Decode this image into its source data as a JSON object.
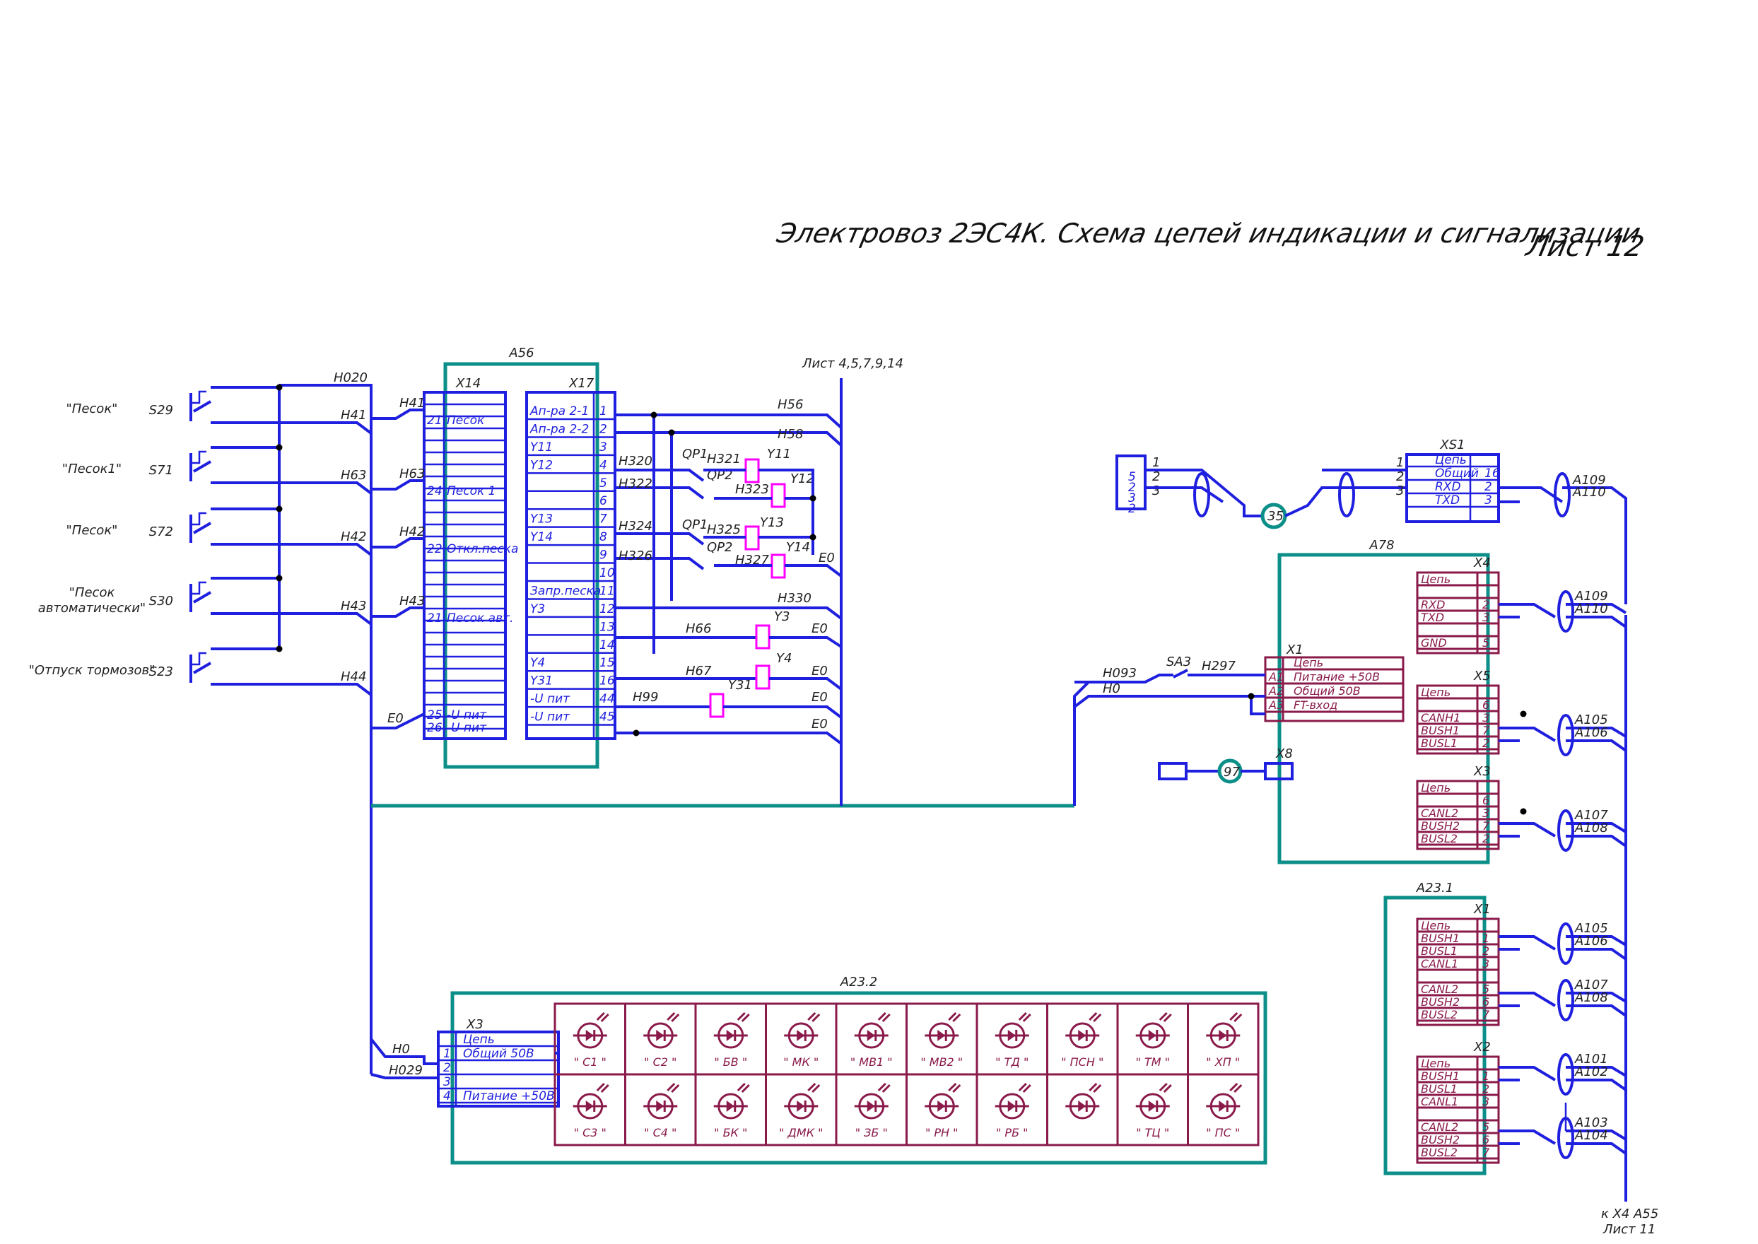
{
  "header": {
    "title": "Электровоз 2ЭС4К. Схема цепей индикации и сигнализации",
    "sheet": "Лист 12"
  },
  "switches": [
    {
      "caption": "\"Песок\"",
      "ref": "S29",
      "wire": "Н41"
    },
    {
      "caption": "\"Песок1\"",
      "ref": "S71",
      "wire": "Н63"
    },
    {
      "caption": "\"Песок\"",
      "ref": "S72",
      "wire": "Н42"
    },
    {
      "caption": "\"Песок автоматически\"",
      "ref": "S30",
      "wire": "Н43"
    },
    {
      "caption": "\"Отпуск тормозов\"",
      "ref": "S23",
      "wire": "Н44"
    }
  ],
  "wires_left": {
    "top": "Н020",
    "e0": "Е0"
  },
  "a56": {
    "title": "А56",
    "x14": "Х14",
    "x17": "Х17",
    "x14_rows": [
      {
        "pin": "21",
        "name": "Песок",
        "wire": "Н41"
      },
      {
        "pin": "24",
        "name": "Песок 1",
        "wire": "Н63"
      },
      {
        "pin": "22",
        "name": "Откл.песка",
        "wire": "Н42"
      },
      {
        "pin": "21",
        "name": "Песок авт.",
        "wire": "Н43"
      },
      {
        "pin": "25",
        "name": "-U пит",
        "wire": ""
      },
      {
        "pin": "26",
        "name": "-U пит",
        "wire": ""
      }
    ],
    "x17_rows": [
      {
        "name": "Ап-ра 2-1",
        "pin": "1"
      },
      {
        "name": "Ап-ра 2-2",
        "pin": "2"
      },
      {
        "name": "Y11",
        "pin": "3"
      },
      {
        "name": "Y12",
        "pin": "4"
      },
      {
        "name": "",
        "pin": "5"
      },
      {
        "name": "",
        "pin": "6"
      },
      {
        "name": "Y13",
        "pin": "7"
      },
      {
        "name": "Y14",
        "pin": "8"
      },
      {
        "name": "",
        "pin": "9"
      },
      {
        "name": "",
        "pin": "10"
      },
      {
        "name": "Запр.песка",
        "pin": "11"
      },
      {
        "name": "Y3",
        "pin": "12"
      },
      {
        "name": "",
        "pin": "13"
      },
      {
        "name": "",
        "pin": "14"
      },
      {
        "name": "Y4",
        "pin": "15"
      },
      {
        "name": "Y31",
        "pin": "16"
      },
      {
        "name": "-U пит",
        "pin": "44"
      },
      {
        "name": "-U пит",
        "pin": "45"
      }
    ]
  },
  "right_wires": {
    "sheet_ref": "Лист 4,5,7,9,14",
    "h56": "Н56",
    "h58": "Н58",
    "h320": "Н320",
    "h322": "Н322",
    "h324": "Н324",
    "h326": "Н326",
    "h330": "Н330",
    "h66": "Н66",
    "h67": "Н67",
    "h99": "Н99",
    "h321": "Н321",
    "h323": "Н323",
    "h325": "Н325",
    "h327": "Н327",
    "e0": "Е0",
    "qp1": "QP1",
    "qp2": "QP2",
    "y11": "Y11",
    "y12": "Y12",
    "y13": "Y13",
    "y14": "Y14",
    "y3": "Y3",
    "y4": "Y4",
    "y31": "Y31"
  },
  "xs1": {
    "title": "XS1",
    "rows": [
      {
        "name": "Цепь",
        "pin": ""
      },
      {
        "name": "Общий",
        "pin": "16"
      },
      {
        "name": "RXD",
        "pin": "2"
      },
      {
        "name": "TXD",
        "pin": "3"
      }
    ],
    "left_pins": [
      "1",
      "2",
      "3"
    ],
    "conn_left_pins": [
      "5",
      "2",
      "3",
      "2"
    ],
    "wires": [
      "А109",
      "А110"
    ],
    "node": "35"
  },
  "a78": {
    "title": "А78",
    "x1_title": "Х1",
    "x1_rows": [
      {
        "pin": "",
        "name": "Цепь"
      },
      {
        "pin": "А1",
        "name": "Питание +50В"
      },
      {
        "pin": "А2",
        "name": "Общий 50В"
      },
      {
        "pin": "А3",
        "name": "FT-вход"
      }
    ],
    "x8_title": "Х8",
    "x4": {
      "title": "Х4",
      "rows": [
        [
          "Цепь",
          ""
        ],
        [
          "",
          ""
        ],
        [
          "RXD",
          "2"
        ],
        [
          "TXD",
          "3"
        ],
        [
          "",
          ""
        ],
        [
          "GND",
          "5"
        ]
      ],
      "wires": [
        "А109",
        "А110"
      ]
    },
    "x5": {
      "title": "Х5",
      "rows": [
        [
          "Цепь",
          ""
        ],
        [
          "",
          "6"
        ],
        [
          "CANH1",
          "3"
        ],
        [
          "BUSH1",
          "7"
        ],
        [
          "BUSL1",
          "2"
        ]
      ],
      "wires": [
        "А105",
        "А106"
      ]
    },
    "x3": {
      "title": "Х3",
      "rows": [
        [
          "Цепь",
          ""
        ],
        [
          "",
          "6"
        ],
        [
          "CANL2",
          "3"
        ],
        [
          "BUSH2",
          "7"
        ],
        [
          "BUSL2",
          "2"
        ]
      ],
      "wires": [
        "А107",
        "А108"
      ]
    },
    "h093": "Н093",
    "h0": "Н0",
    "sa3": "SA3",
    "h297": "Н297",
    "node97": "97"
  },
  "a231": {
    "title": "А23.1",
    "x1": {
      "title": "Х1",
      "rows": [
        [
          "Цепь",
          ""
        ],
        [
          "BUSH1",
          "1"
        ],
        [
          "BUSL1",
          "2"
        ],
        [
          "CANL1",
          "3"
        ],
        [
          "",
          ""
        ],
        [
          "CANL2",
          "5"
        ],
        [
          "BUSH2",
          "6"
        ],
        [
          "BUSL2",
          "7"
        ]
      ],
      "wires1": [
        "А105",
        "А106"
      ],
      "wires2": [
        "А107",
        "А108"
      ]
    },
    "x2": {
      "title": "Х2",
      "rows": [
        [
          "Цепь",
          ""
        ],
        [
          "BUSH1",
          "1"
        ],
        [
          "BUSL1",
          "2"
        ],
        [
          "CANL1",
          "3"
        ],
        [
          "",
          ""
        ],
        [
          "CANL2",
          "5"
        ],
        [
          "BUSH2",
          "6"
        ],
        [
          "BUSL2",
          "7"
        ]
      ],
      "wires1": [
        "А101",
        "А102"
      ],
      "wires2": [
        "А103",
        "А104"
      ]
    },
    "ref_note1": "к Х4 А55",
    "ref_note2": "Лист 11"
  },
  "a232": {
    "title": "А23.2",
    "x3_title": "Х3",
    "x3_rows": [
      {
        "pin": "",
        "name": "Цепь"
      },
      {
        "pin": "1",
        "name": "Общий 50В"
      },
      {
        "pin": "2",
        "name": ""
      },
      {
        "pin": "3",
        "name": ""
      },
      {
        "pin": "4",
        "name": "Питание +50В"
      }
    ],
    "wires": [
      "Н0",
      "Н029"
    ],
    "leds_top": [
      "\" С1 \"",
      "\" С2 \"",
      "\" БВ \"",
      "\" МК \"",
      "\" МВ1 \"",
      "\" МВ2 \"",
      "\" ТД \"",
      "\" ПСН \"",
      "\" ТМ \"",
      "\" ХП \""
    ],
    "leds_bottom": [
      "\" С3 \"",
      "\" С4 \"",
      "\" БК \"",
      "\" ДМК \"",
      "\" ЗБ \"",
      "\" РН \"",
      "\" РБ \"",
      "",
      "\" ТЦ \"",
      "\" ПС \""
    ]
  }
}
